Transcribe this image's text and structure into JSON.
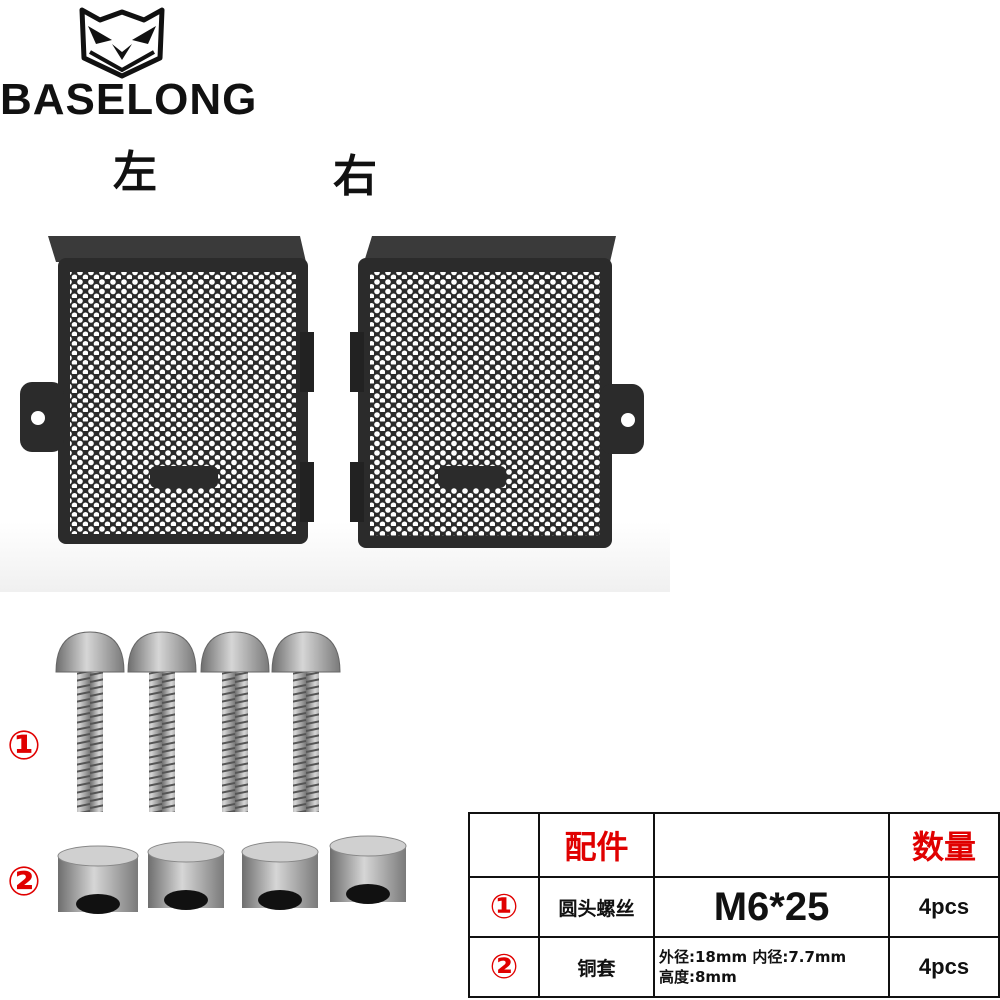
{
  "brand": {
    "name": "BASELONG"
  },
  "labels": {
    "left": "左",
    "right": "右"
  },
  "markers": {
    "one": "①",
    "two": "②"
  },
  "table": {
    "headers": {
      "part": "配件",
      "blank": "",
      "quantity": "数量"
    },
    "rows": [
      {
        "num": "①",
        "name": "圆头螺丝",
        "spec": "M6*25",
        "qty": "4pcs"
      },
      {
        "num": "②",
        "name": "铜套",
        "spec_line1": "外径:18mm 内径:7.7mm",
        "spec_line2": "高度:8mm",
        "qty": "4pcs"
      }
    ]
  },
  "icons": {
    "logo": "fox-mask-logo-icon"
  },
  "colors": {
    "accent_red": "#e00000",
    "text": "#111111",
    "panel": "#2b2b2b",
    "steel": "#9a9a9a"
  }
}
